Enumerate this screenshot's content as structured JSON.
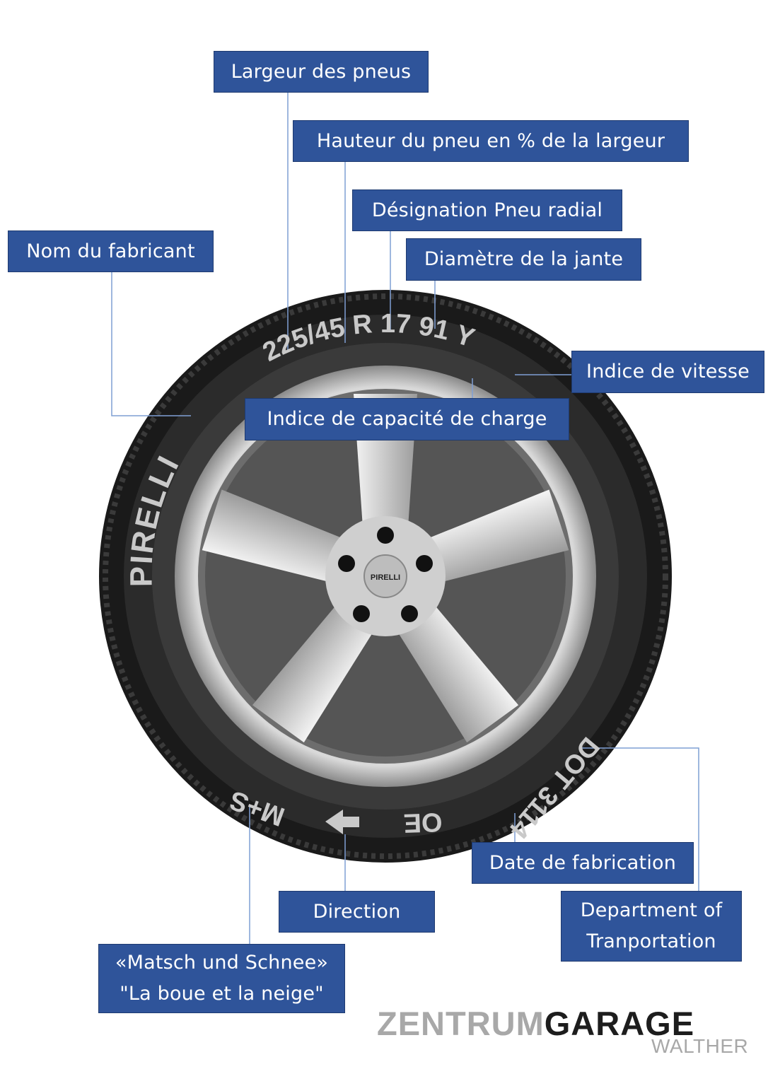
{
  "labels": {
    "width": "Largeur des pneus",
    "aspect": "Hauteur du pneu en % de la largeur",
    "radial": "Désignation Pneu radial",
    "rim": "Diamètre de la jante",
    "maker": "Nom du fabricant",
    "speed": "Indice de vitesse",
    "load": "Indice de capacité de charge",
    "date": "Date de fabrication",
    "direction": "Direction",
    "dot_line1": "Department of",
    "dot_line2": "Tranportation",
    "ms_line1": "«Matsch und Schnee»",
    "ms_line2": "\"La boue et la neige\""
  },
  "tire": {
    "size_marking": "225/45 R 17 91 Y",
    "brand": "PIRELLI",
    "dot_marking": "DOT 3114",
    "oe_marking": "OE",
    "ms_marking": "M+S",
    "hub_brand": "PIRELLI"
  },
  "logo": {
    "part1": "ZENTRUM",
    "part2": "GARAGE",
    "sub": "WALTHER"
  },
  "colors": {
    "label_bg": "#2f549a",
    "leader_line": "#7f9fd4"
  }
}
